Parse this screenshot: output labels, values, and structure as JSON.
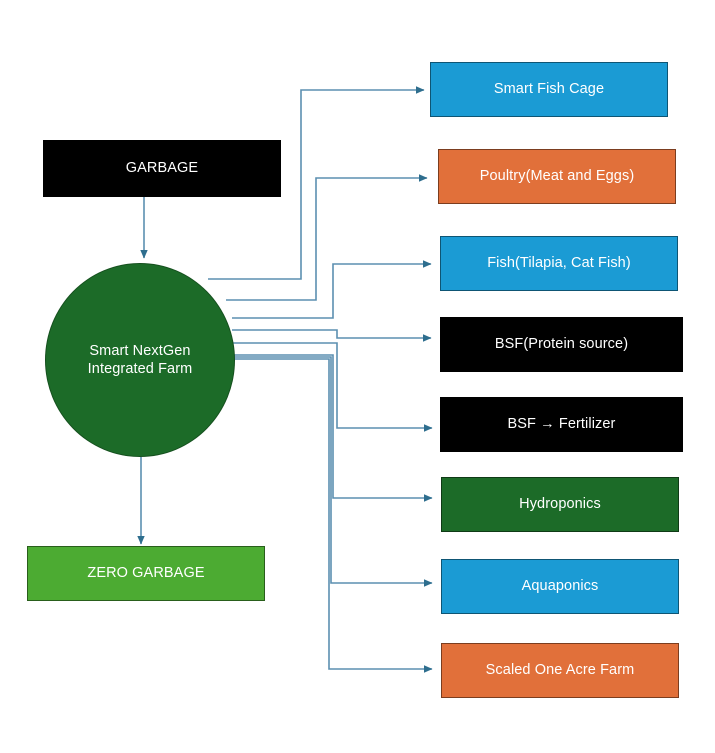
{
  "diagram": {
    "title": "Smart NextGen Integrated Farm flow diagram",
    "colors": {
      "black": "#000000",
      "blue": "#1B9BD4",
      "orange": "#E1703A",
      "dark_green": "#1C6B28",
      "light_green": "#4CAB32",
      "connector": "#5B8FB0",
      "connector_dark": "#2E6E8E",
      "text": "#FFFFFF",
      "background": "#FFFFFF"
    },
    "nodes": {
      "garbage": {
        "label": "GARBAGE",
        "shape": "rectangle",
        "fill": "#000000"
      },
      "hub": {
        "label": "Smart NextGen\nIntegrated Farm",
        "shape": "circle",
        "fill": "#1C6B28"
      },
      "zero_garbage": {
        "label": "ZERO GARBAGE",
        "shape": "rectangle",
        "fill": "#4CAB32"
      },
      "outputs": [
        {
          "label": "Smart Fish Cage",
          "shape": "rectangle",
          "fill": "#1B9BD4"
        },
        {
          "label": "Poultry(Meat and Eggs)",
          "shape": "rectangle",
          "fill": "#E1703A"
        },
        {
          "label": "Fish(Tilapia, Cat Fish)",
          "shape": "rectangle",
          "fill": "#1B9BD4"
        },
        {
          "label": "BSF(Protein source)",
          "shape": "rectangle",
          "fill": "#000000"
        },
        {
          "label": "BSF → Fertilizer",
          "shape": "rectangle",
          "fill": "#000000"
        },
        {
          "label": "Hydroponics",
          "shape": "rectangle",
          "fill": "#1C6B28"
        },
        {
          "label": "Aquaponics",
          "shape": "rectangle",
          "fill": "#1B9BD4"
        },
        {
          "label": "Scaled One Acre Farm",
          "shape": "rectangle",
          "fill": "#E1703A"
        }
      ]
    },
    "edges": [
      {
        "from": "garbage",
        "to": "hub",
        "style": "arrow"
      },
      {
        "from": "hub",
        "to": "zero_garbage",
        "style": "arrow"
      },
      {
        "from": "hub",
        "to": "Smart Fish Cage",
        "style": "arrow"
      },
      {
        "from": "hub",
        "to": "Poultry(Meat and Eggs)",
        "style": "arrow"
      },
      {
        "from": "hub",
        "to": "Fish(Tilapia, Cat Fish)",
        "style": "arrow"
      },
      {
        "from": "hub",
        "to": "BSF(Protein source)",
        "style": "arrow"
      },
      {
        "from": "hub",
        "to": "BSF → Fertilizer",
        "style": "arrow"
      },
      {
        "from": "hub",
        "to": "Hydroponics",
        "style": "arrow"
      },
      {
        "from": "hub",
        "to": "Aquaponics",
        "style": "arrow"
      },
      {
        "from": "hub",
        "to": "Scaled One Acre Farm",
        "style": "arrow"
      }
    ]
  }
}
